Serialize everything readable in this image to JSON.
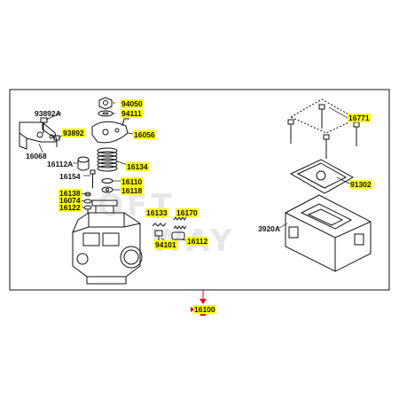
{
  "diagram": {
    "colors": {
      "line": "#111111",
      "highlight": "#ffff00",
      "marker": "#e8001c",
      "watermark": "#9a9a9a"
    },
    "callouts": {
      "c93892A": "93892A",
      "c93892": "93892",
      "c16068": "16068",
      "c94050": "94050",
      "c94111": "94111",
      "c16056": "16056",
      "c16112A": "16112A",
      "c16134": "16134",
      "c16154": "16154",
      "c16110": "16110",
      "c16118": "16118",
      "c16138": "16138",
      "c16074": "16074",
      "c16122": "16122",
      "c16133": "16133",
      "c16170": "16170",
      "c94101": "94101",
      "c16112": "16112",
      "c16771": "16771",
      "c91302": "91302",
      "c3920A": "3920A",
      "c16100": "16100"
    },
    "watermark": {
      "line1": "OFT",
      "line2": "WAY"
    }
  }
}
